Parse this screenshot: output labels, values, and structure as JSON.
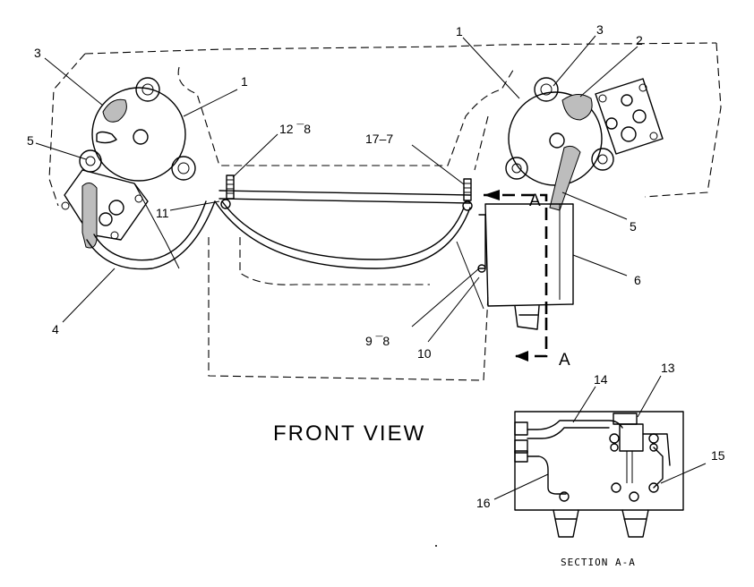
{
  "view_title": "FRONT VIEW",
  "section_caption": "SECTION A-A",
  "section_marker": "A",
  "callouts": {
    "c1_left": "1",
    "c1_right": "1",
    "c2": "2",
    "c3_left": "3",
    "c3_right": "3",
    "c4": "4",
    "c5_left": "5",
    "c5_right": "5",
    "c6": "6",
    "c9": "9 ¯8",
    "c10": "10",
    "c11": "11",
    "c12": "12 ¯8",
    "c13": "13",
    "c14": "14",
    "c15": "15",
    "c16": "16",
    "c17": "17–7"
  }
}
